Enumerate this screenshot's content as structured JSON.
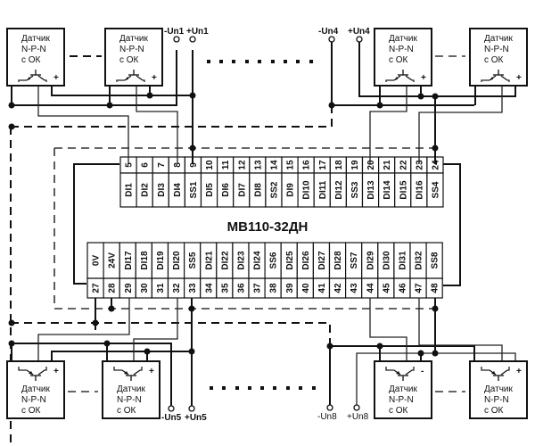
{
  "device": {
    "title": "МВ110-32ДН",
    "top_row": {
      "numbers": [
        "5",
        "6",
        "7",
        "8",
        "9",
        "10",
        "11",
        "12",
        "13",
        "14",
        "15",
        "16",
        "17",
        "18",
        "19",
        "20",
        "21",
        "22",
        "23",
        "24"
      ],
      "signals": [
        "DI1",
        "DI2",
        "DI3",
        "DI4",
        "SS1",
        "DI5",
        "DI6",
        "DI7",
        "DI8",
        "SS2",
        "DI9",
        "DI10",
        "DI11",
        "DI12",
        "SS3",
        "DI13",
        "DI14",
        "DI15",
        "DI16",
        "SS4"
      ]
    },
    "bottom_row": {
      "numbers": [
        "27",
        "28",
        "29",
        "30",
        "31",
        "32",
        "33",
        "34",
        "35",
        "36",
        "37",
        "38",
        "39",
        "40",
        "41",
        "42",
        "43",
        "44",
        "45",
        "46",
        "47",
        "48"
      ],
      "signals": [
        "0V",
        "24V",
        "DI17",
        "DI18",
        "DI19",
        "DI20",
        "SS5",
        "DI21",
        "DI22",
        "DI23",
        "DI24",
        "SS6",
        "DI25",
        "DI26",
        "DI27",
        "DI28",
        "SS7",
        "DI29",
        "DI30",
        "DI31",
        "DI32",
        "SS8"
      ]
    }
  },
  "sensors": [
    {
      "id": "s1",
      "lines": [
        "Датчик",
        "N-P-N",
        "с ОК"
      ],
      "polarity": "+"
    },
    {
      "id": "s2",
      "lines": [
        "Датчик",
        "N-P-N",
        "с ОК"
      ],
      "polarity": "+"
    },
    {
      "id": "s3",
      "lines": [
        "Датчик",
        "N-P-N",
        "с ОК"
      ],
      "polarity": "+"
    },
    {
      "id": "s4",
      "lines": [
        "Датчик",
        "N-P-N",
        "с ОК"
      ],
      "polarity": "+"
    },
    {
      "id": "s5",
      "lines": [
        "Датчик",
        "N-P-N",
        "с ОК"
      ],
      "polarity": "+"
    },
    {
      "id": "s6",
      "lines": [
        "Датчик",
        "N-P-N",
        "с ОК"
      ],
      "polarity": "+"
    },
    {
      "id": "s7",
      "lines": [
        "Датчик",
        "N-P-N",
        "с ОК"
      ],
      "polarity": "-"
    },
    {
      "id": "s8",
      "lines": [
        "Датчик",
        "N-P-N",
        "с ОК"
      ],
      "polarity": "+"
    }
  ],
  "supply_terminals": {
    "minus_un1": "-Un1",
    "plus_un1": "+Un1",
    "minus_un4": "-Un4",
    "plus_un4": "+Un4",
    "minus_un5": "-Un5",
    "plus_un5": "+Un5",
    "minus_un8": "-Un8",
    "plus_un8": "+Un8"
  }
}
